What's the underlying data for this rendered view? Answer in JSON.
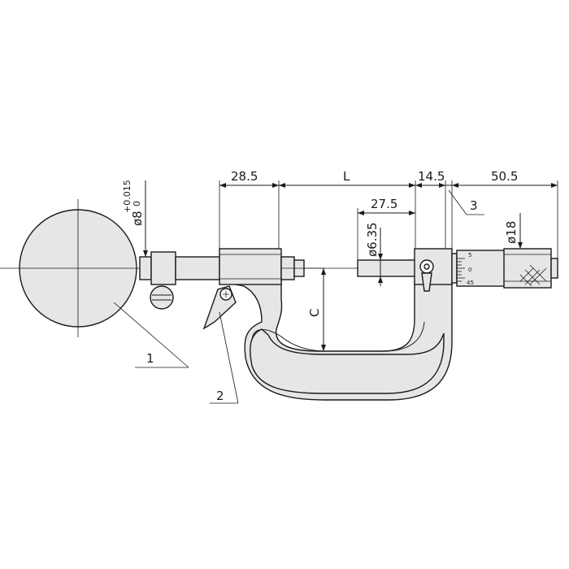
{
  "dimensions": {
    "d_28_5": "28.5",
    "d_L": "L",
    "d_14_5": "14.5",
    "d_50_5": "50.5",
    "d_27_5": "27.5",
    "d_6_35": "ø6.35",
    "d_18": "ø18",
    "d_8": "ø8",
    "d_8_tol_upper": "+0.015",
    "d_8_tol_lower": "0",
    "d_C": "C"
  },
  "callouts": {
    "c1": "1",
    "c2": "2",
    "c3": "3"
  },
  "thimble_scale": [
    "5",
    "0",
    "45"
  ],
  "colors": {
    "line": "#1a1a1a",
    "part_fill": "#e6e6e6",
    "background": "#ffffff"
  }
}
